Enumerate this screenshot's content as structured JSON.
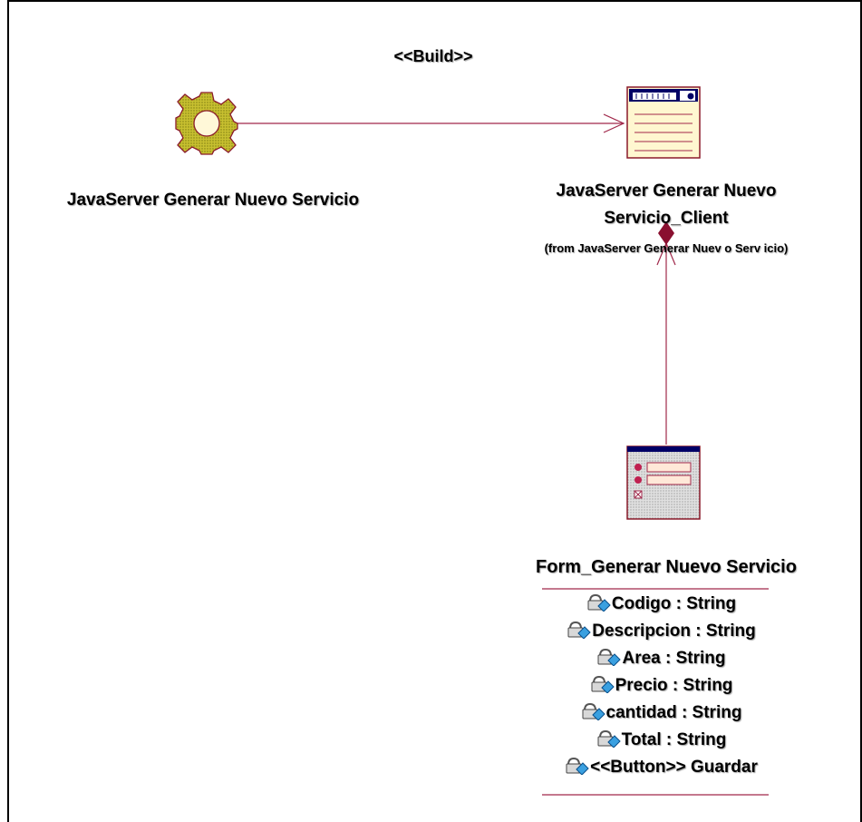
{
  "diagram": {
    "stereotype": "<<Build>>",
    "server": {
      "name": "JavaServer Generar Nuevo Servicio"
    },
    "client": {
      "name_line1": "JavaServer Generar Nuevo",
      "name_line2": "Servicio_Client",
      "from": "(from JavaServer Generar Nuev o Serv icio)"
    },
    "form": {
      "name": "Form_Generar Nuevo Servicio",
      "attributes": [
        "Codigo : String",
        "Descripcion : String",
        "Area : String",
        "Precio : String",
        "cantidad : String",
        "Total : String",
        "<<Button>> Guardar"
      ]
    },
    "colors": {
      "line": "#a0284a",
      "gear_fill": "#b8b032",
      "gear_outline": "#8a1a2a",
      "client_icon_fill": "#fff7d0",
      "form_icon_fill": "#d0d0d0",
      "form_icon_bar": "#000066"
    }
  }
}
